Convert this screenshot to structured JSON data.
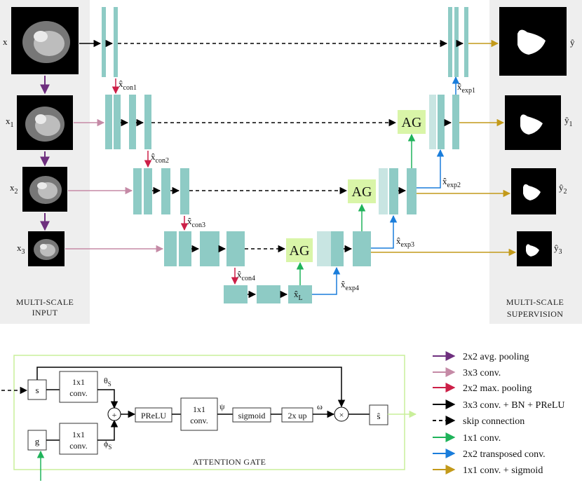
{
  "colors": {
    "teal": "#8ecbc5",
    "teal_light": "#c8e5e2",
    "ag_fill": "#d9f5a8",
    "panel_gray": "#eeeeee",
    "gate_border": "#c9ef9a",
    "purple": "#6e2f7e",
    "pink": "#c58aa6",
    "red": "#cc1f47",
    "black": "#000000",
    "green": "#1fb35a",
    "blue": "#1a7ddb",
    "gold": "#c39a1a"
  },
  "network": {
    "inputs": [
      "x",
      "x",
      "x",
      "x"
    ],
    "input_subs": [
      "",
      "1",
      "2",
      "3"
    ],
    "outputs": [
      "ŷ",
      "ŷ",
      "ŷ",
      "ŷ"
    ],
    "output_subs": [
      "",
      "1",
      "2",
      "3"
    ],
    "con_labels": [
      "x̂",
      "x̂",
      "x̂",
      "x̂"
    ],
    "con_subs": [
      "con1",
      "con2",
      "con3",
      "con4"
    ],
    "exp_labels": [
      "x̂",
      "x̂",
      "x̂",
      "x̂"
    ],
    "exp_subs": [
      "exp1",
      "exp2",
      "exp3",
      "exp4"
    ],
    "bottleneck": "x̂",
    "bottleneck_sub": "L",
    "ag": "AG",
    "left_caption": [
      "MULTI-SCALE",
      "INPUT"
    ],
    "right_caption": [
      "MULTI-SCALE",
      "SUPERVISION"
    ]
  },
  "gate": {
    "title": "ATTENTION GATE",
    "s": "s",
    "g": "g",
    "conv1x1": [
      "1x1",
      "conv."
    ],
    "theta": "θ",
    "theta_sub": "S",
    "phi": "ϕ",
    "phi_sub": "S",
    "plus": "+",
    "prelu": "PReLU",
    "psi": "ψ",
    "sigmoid": "sigmoid",
    "up": "2x up",
    "omega": "ω",
    "times": "×",
    "s_hat": "ŝ"
  },
  "legend": [
    {
      "label": "2x2 avg. pooling",
      "color": "#6e2f7e",
      "style": "solid"
    },
    {
      "label": "3x3 conv.",
      "color": "#c58aa6",
      "style": "solid"
    },
    {
      "label": "2x2 max. pooling",
      "color": "#cc1f47",
      "style": "solid"
    },
    {
      "label": "3x3 conv. + BN + PReLU",
      "color": "#000000",
      "style": "solid"
    },
    {
      "label": "skip connection",
      "color": "#000000",
      "style": "dashed"
    },
    {
      "label": "1x1 conv.",
      "color": "#1fb35a",
      "style": "solid"
    },
    {
      "label": "2x2 transposed conv.",
      "color": "#1a7ddb",
      "style": "solid"
    },
    {
      "label": "1x1 conv. + sigmoid",
      "color": "#c39a1a",
      "style": "solid"
    }
  ]
}
